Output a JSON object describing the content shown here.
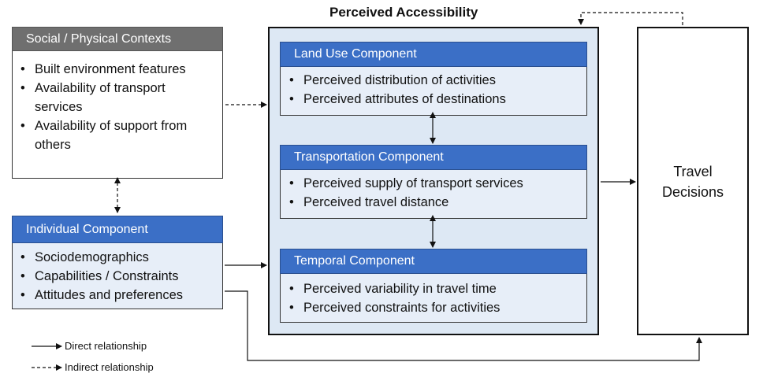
{
  "accessibility": {
    "title": "Perceived Accessibility",
    "land_use": {
      "header": "Land Use Component",
      "items": [
        "Perceived distribution of activities",
        "Perceived attributes of destinations"
      ]
    },
    "transportation": {
      "header": "Transportation Component",
      "items": [
        "Perceived supply of transport services",
        "Perceived travel distance"
      ]
    },
    "temporal": {
      "header": "Temporal Component",
      "items": [
        "Perceived variability in travel time",
        "Perceived constraints for activities"
      ]
    }
  },
  "contexts": {
    "header": "Social / Physical Contexts",
    "items": [
      "Built environment features",
      "Availability of transport services",
      "Availability of support from others"
    ]
  },
  "individual": {
    "header": "Individual Component",
    "items": [
      "Sociodemographics",
      "Capabilities / Constraints",
      "Attitudes and preferences"
    ]
  },
  "travel": {
    "line1": "Travel",
    "line2": "Decisions"
  },
  "legend": {
    "direct": "Direct relationship",
    "indirect": "Indirect relationship"
  },
  "colors": {
    "header_blue": "#3b6fc6",
    "header_gray": "#6f6f6f",
    "panel_fill": "#dde8f4",
    "sub_fill": "#e7eef8"
  }
}
